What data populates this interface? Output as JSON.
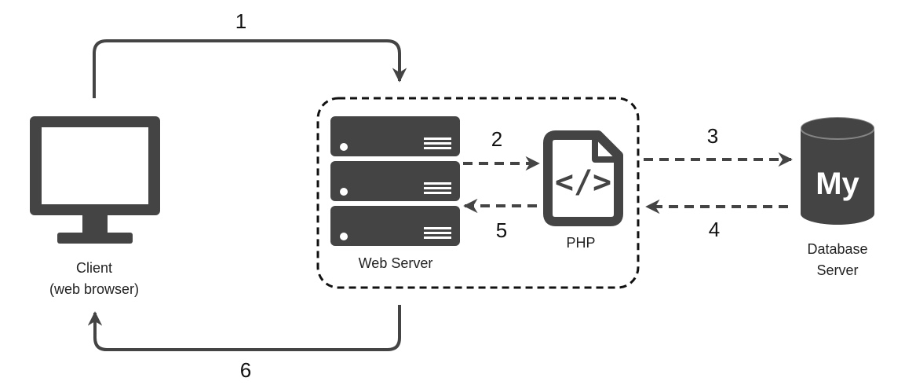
{
  "steps": {
    "s1": "1",
    "s2": "2",
    "s3": "3",
    "s4": "4",
    "s5": "5",
    "s6": "6"
  },
  "nodes": {
    "client_line1": "Client",
    "client_line2": "(web browser)",
    "web_server": "Web Server",
    "php": "PHP",
    "php_icon_text": "</>",
    "db_line1": "Database",
    "db_line2": "Server",
    "db_logo_text": "My"
  },
  "colors": {
    "icon": "#444444",
    "line": "#444444",
    "text": "#222222"
  },
  "icons": {
    "client": "monitor-icon",
    "web_server": "server-rack-icon",
    "php": "code-file-icon",
    "database": "mysql-database-icon"
  }
}
